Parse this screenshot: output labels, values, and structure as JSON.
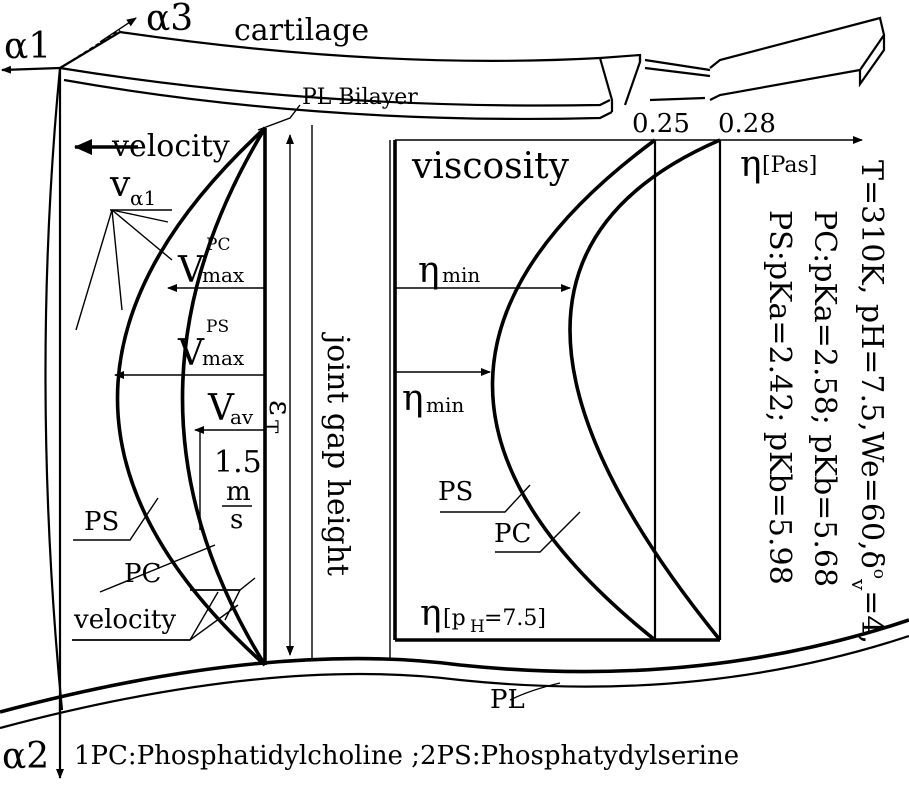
{
  "axes": {
    "alpha1": "α1",
    "alpha2": "α2",
    "alpha3": "α3"
  },
  "labels": {
    "cartilage": "cartilage",
    "pl_bilayer": "PL Bilayer",
    "velocity_top": "velocity",
    "v_alpha1": "v",
    "v_alpha1_sub": "α1",
    "vmax_pc_base": "V",
    "vmax_pc_sub": "max",
    "vmax_pc_sup": "PC",
    "vmax_ps_base": "V",
    "vmax_ps_sub": "max",
    "vmax_ps_sup": "PS",
    "vav_base": "V",
    "vav_sub": "av",
    "speed_value": "1.5",
    "unit_num": "m",
    "unit_den": "s",
    "ps_left": "PS",
    "pc_left": "PC",
    "velocity_bottom": "velocity",
    "gap_symbol": "ε",
    "gap_symbol_sub": "T",
    "joint_gap_height": "joint gap height",
    "viscosity": "viscosity",
    "eta_min_upper": "η",
    "eta_min_upper_sub": "min",
    "eta_min_lower": "η",
    "eta_min_lower_sub": "min",
    "ps_right": "PS",
    "pc_right": "PC",
    "eta_ph": "η",
    "eta_ph_bracket": "[p",
    "eta_ph_sub": "H",
    "eta_ph_rest": "=7.5]",
    "tick_025": "0.25",
    "tick_028": "0.28",
    "eta_axis": "η",
    "eta_axis_unit": "[Pas]",
    "pl_bottom": "PL"
  },
  "conditions": {
    "line1": "T=310K, pH=7.5,We=60,δ",
    "line1_sup": "o",
    "line1_sub": "v",
    "line1_end": "=4,",
    "line2": "PC:pKa=2.58; pKb=5.68",
    "line3": "PS:pKa=2.42; pKb=5.98"
  },
  "footer": {
    "text": "1PC:Phosphatidylcholine ;2PS:Phosphatydylserine"
  }
}
